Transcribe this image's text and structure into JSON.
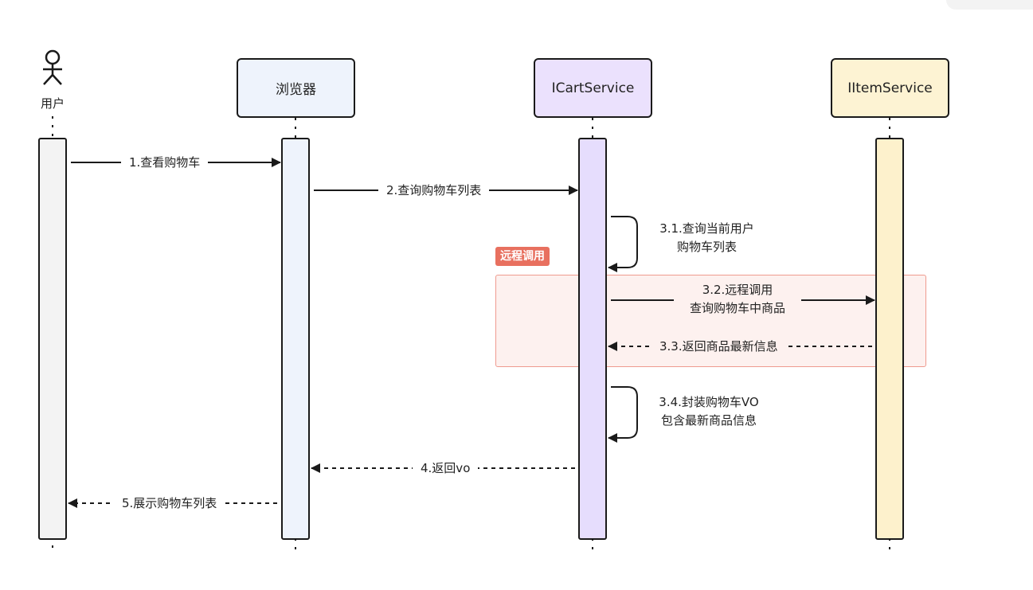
{
  "participants": {
    "user": {
      "label": "用户"
    },
    "browser": {
      "label": "浏览器",
      "fill": "#eef3fc",
      "bar_fill": "#eef3fc"
    },
    "cart": {
      "label": "ICartService",
      "fill": "#ebe1fd",
      "bar_fill": "#e6ddfd"
    },
    "item": {
      "label": "IItemService",
      "fill": "#fdf3d3",
      "bar_fill": "#fdf1cc"
    },
    "user_bar_fill": "#f3f3f3"
  },
  "group": {
    "label": "远程调用",
    "badge_color": "#e8705f",
    "border_color": "#ef9b8f",
    "fill": "#fdf1ef"
  },
  "messages": {
    "m1": "1.查看购物车",
    "m2": "2.查询购物车列表",
    "m31_line1": "3.1.查询当前用户",
    "m31_line2": "购物车列表",
    "m32_line1": "3.2.远程调用",
    "m32_line2": "查询购物车中商品",
    "m33": "3.3.返回商品最新信息",
    "m34_line1": "3.4.封装购物车VO",
    "m34_line2": "包含最新商品信息",
    "m4": "4.返回vo",
    "m5": "5.展示购物车列表"
  },
  "colors": {
    "line": "#1a1a1a",
    "text": "#222222"
  }
}
